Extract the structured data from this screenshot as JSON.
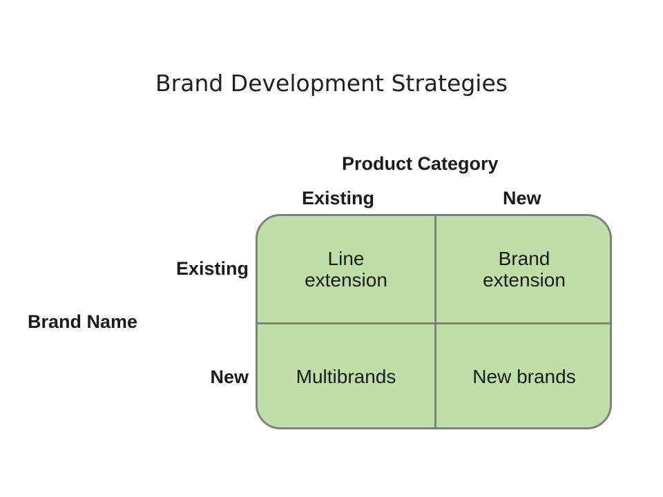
{
  "title": "Brand Development Strategies",
  "matrix": {
    "column_axis_title": "Product Category",
    "row_axis_title": "Brand Name",
    "columns": [
      "Existing",
      "New"
    ],
    "rows": [
      "Existing",
      "New"
    ],
    "cells": {
      "existing_existing": [
        "Line",
        "extension"
      ],
      "existing_new": [
        "Brand",
        "extension"
      ],
      "new_existing": [
        "Multibrands"
      ],
      "new_new": [
        "New brands"
      ]
    },
    "cell_fill_color": "#bfdfa9",
    "border_color": "#808080"
  }
}
